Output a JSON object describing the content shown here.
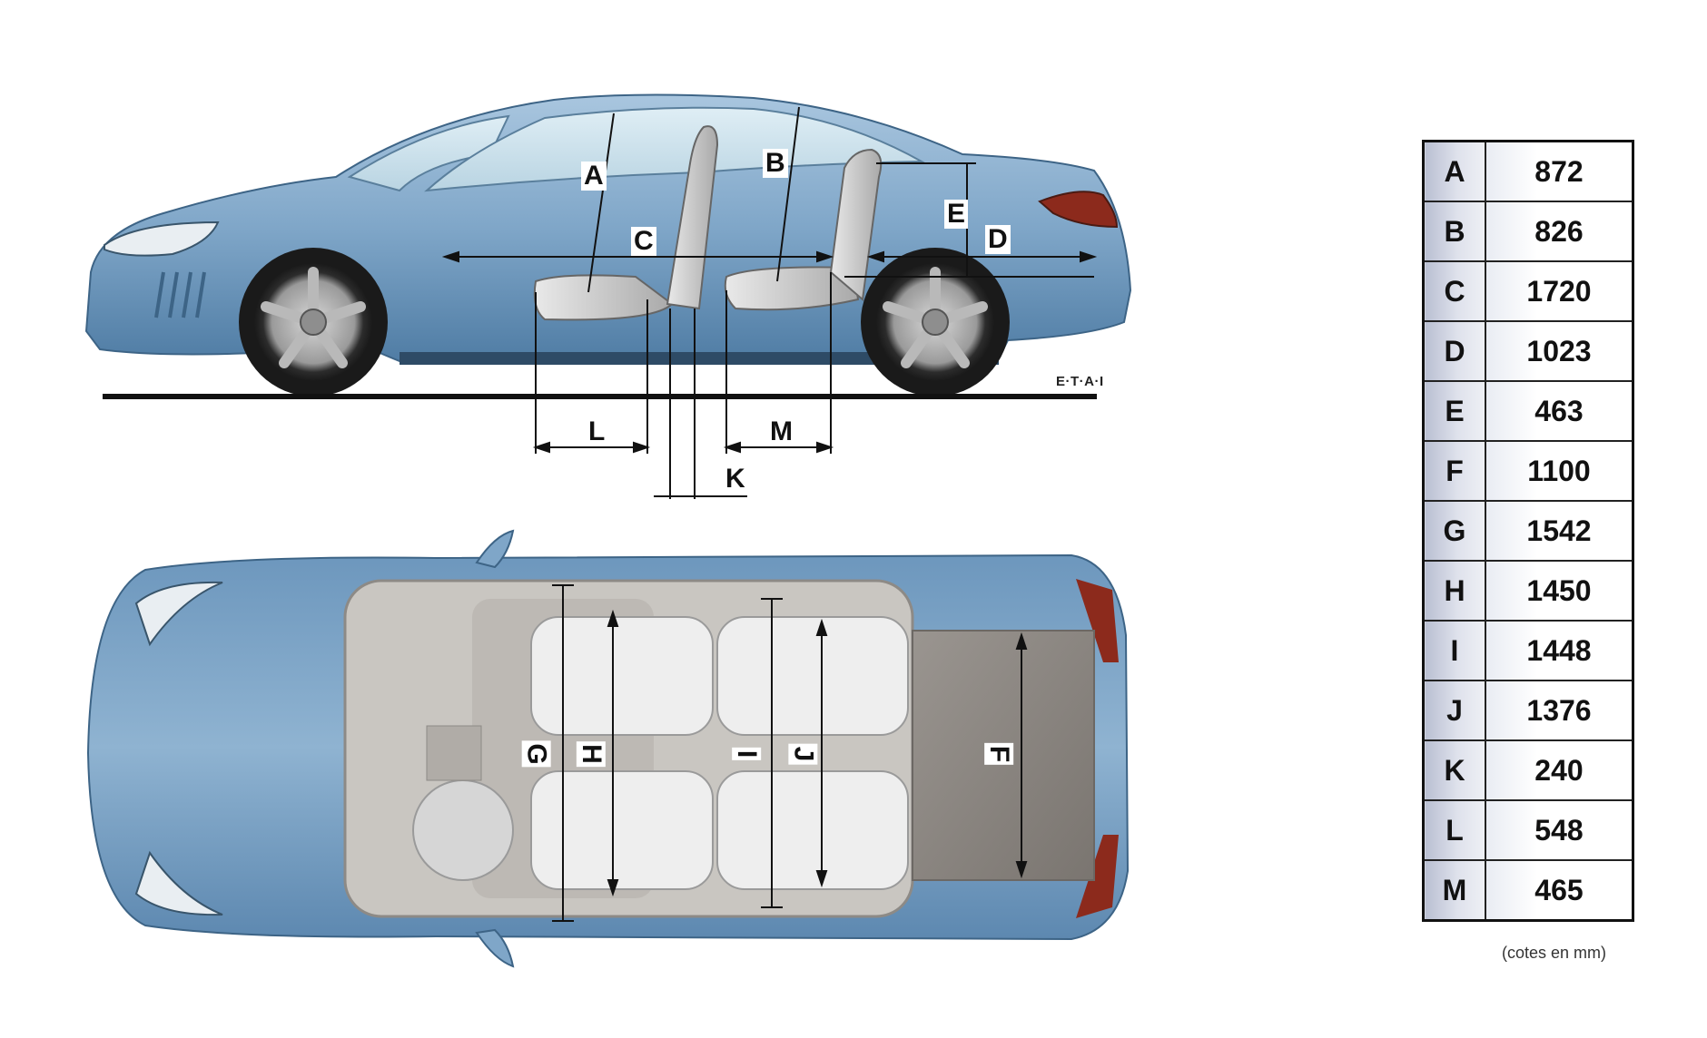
{
  "diagram": {
    "title": "",
    "views": [
      "side-view",
      "top-view"
    ],
    "watermark": "E·T·A·I",
    "units_note": "(cotes en mm)",
    "colors": {
      "body_blue": "#7fa6c8",
      "body_blue_dark": "#4d7aa3",
      "interior_grey": "#c9c6c1",
      "trunk_grey": "#8a8580",
      "taillight_red": "#8c2a1c",
      "table_key_bg": "#c7ccdb"
    },
    "side_labels": {
      "A": "A",
      "B": "B",
      "C": "C",
      "D": "D",
      "E": "E",
      "K": "K",
      "L": "L",
      "M": "M"
    },
    "top_labels": {
      "F": "F",
      "G": "G",
      "H": "H",
      "I": "I",
      "J": "J"
    }
  },
  "table": {
    "rows": [
      {
        "key": "A",
        "value": "872"
      },
      {
        "key": "B",
        "value": "826"
      },
      {
        "key": "C",
        "value": "1720"
      },
      {
        "key": "D",
        "value": "1023"
      },
      {
        "key": "E",
        "value": "463"
      },
      {
        "key": "F",
        "value": "1100"
      },
      {
        "key": "G",
        "value": "1542"
      },
      {
        "key": "H",
        "value": "1450"
      },
      {
        "key": "I",
        "value": "1448"
      },
      {
        "key": "J",
        "value": "1376"
      },
      {
        "key": "K",
        "value": "240"
      },
      {
        "key": "L",
        "value": "548"
      },
      {
        "key": "M",
        "value": "465"
      }
    ]
  }
}
